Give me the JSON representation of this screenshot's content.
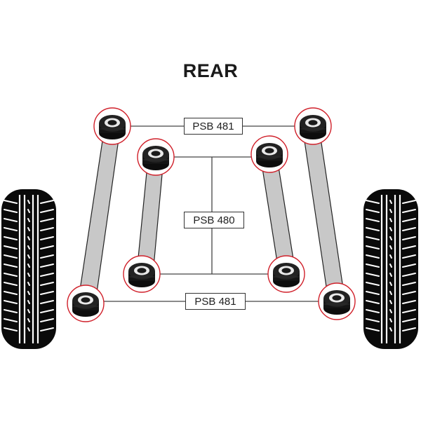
{
  "title": "REAR",
  "labels": {
    "top": "PSB 481",
    "middle": "PSB 480",
    "bottom": "PSB 481"
  },
  "colors": {
    "ring": "#d0202a",
    "arm": "#c8c8c8",
    "bush": "#111111",
    "tyre": "#0a0a0a",
    "line": "#444444"
  },
  "icons": {
    "bush": "polyurethane-bush-icon",
    "tyre": "tyre-icon"
  }
}
